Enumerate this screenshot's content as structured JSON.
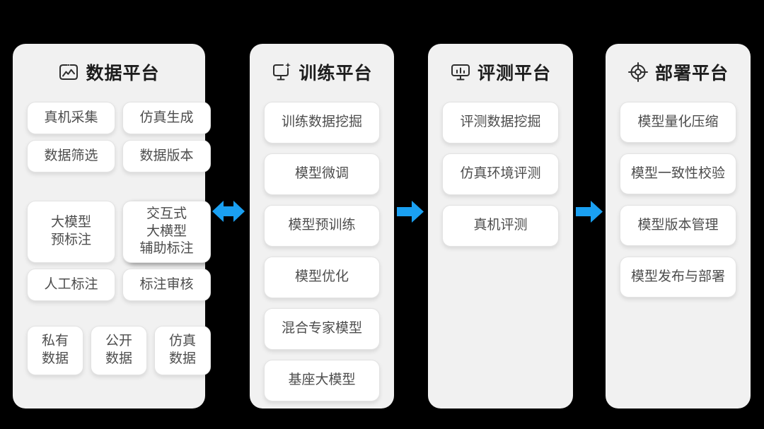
{
  "colors": {
    "background": "#000000",
    "panel_background": "#f1f1f1",
    "chip_background": "#ffffff",
    "chip_text": "#4d4d4d",
    "title_text": "#1d1d1d",
    "arrow": "#1aa0f2"
  },
  "platforms": [
    {
      "title": "数据平台",
      "icon": "data-media-icon",
      "groups": [
        {
          "items": [
            "真机采集",
            "仿真生成",
            "数据筛选",
            "数据版本"
          ]
        },
        {
          "items": [
            "大模型\n预标注",
            "交互式\n大横型\n辅助标注",
            "人工标注",
            "标注审核"
          ]
        },
        {
          "items": [
            "私有\n数据",
            "公开\n数据",
            "仿真\n数据"
          ]
        }
      ]
    },
    {
      "title": "训练平台",
      "icon": "training-monitor-sparkle-icon",
      "items": [
        "训练数据挖掘",
        "模型微调",
        "模型预训练",
        "模型优化",
        "混合专家模型",
        "基座大模型"
      ]
    },
    {
      "title": "评测平台",
      "icon": "evaluation-monitor-chart-icon",
      "items": [
        "评测数据挖掘",
        "仿真环境评测",
        "真机评测"
      ]
    },
    {
      "title": "部署平台",
      "icon": "deployment-target-icon",
      "items": [
        "模型量化压缩",
        "模型一致性校验",
        "模型版本管理",
        "模型发布与部署"
      ]
    }
  ],
  "arrows": [
    {
      "direction": "bidirectional",
      "from": "数据平台",
      "to": "训练平台"
    },
    {
      "direction": "right",
      "from": "训练平台",
      "to": "评测平台"
    },
    {
      "direction": "right",
      "from": "评测平台",
      "to": "部署平台"
    }
  ]
}
